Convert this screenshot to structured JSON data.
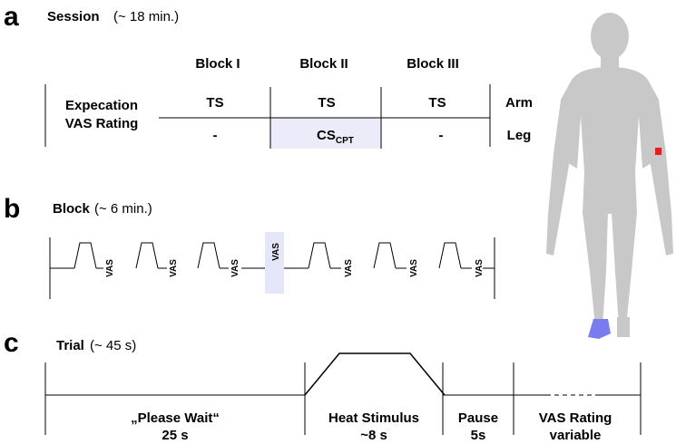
{
  "panels": {
    "a": {
      "letter": "a",
      "title": "Session",
      "duration": "(~ 18 min.)",
      "left_label_line1": "Expecation",
      "left_label_line2": "VAS Rating",
      "columns": [
        "Block I",
        "Block II",
        "Block III"
      ],
      "rows": [
        {
          "cells": [
            "TS",
            "TS",
            "TS"
          ],
          "site": "Arm"
        },
        {
          "cells": [
            "-",
            "CS",
            "-"
          ],
          "cell_subscript": "CPT",
          "site": "Leg"
        }
      ],
      "highlight_color": "#ebebfa"
    },
    "b": {
      "letter": "b",
      "title": "Block",
      "duration": "(~ 6 min.)",
      "vas_label": "VAS",
      "highlight_color": "#e6e6fa"
    },
    "c": {
      "letter": "c",
      "title": "Trial",
      "duration": "(~ 45 s)",
      "phases": [
        {
          "line1": "„Please Wait“",
          "line2": "25 s"
        },
        {
          "line1": "Heat Stimulus",
          "line2": "~8 s"
        },
        {
          "line1": "Pause",
          "line2": "5s"
        },
        {
          "line1": "VAS Rating",
          "line2": "variable"
        }
      ]
    }
  },
  "figure": {
    "body_color": "#c8c8c8",
    "arm_marker_color": "#e02020",
    "foot_marker_color": "#7b7bf0"
  }
}
